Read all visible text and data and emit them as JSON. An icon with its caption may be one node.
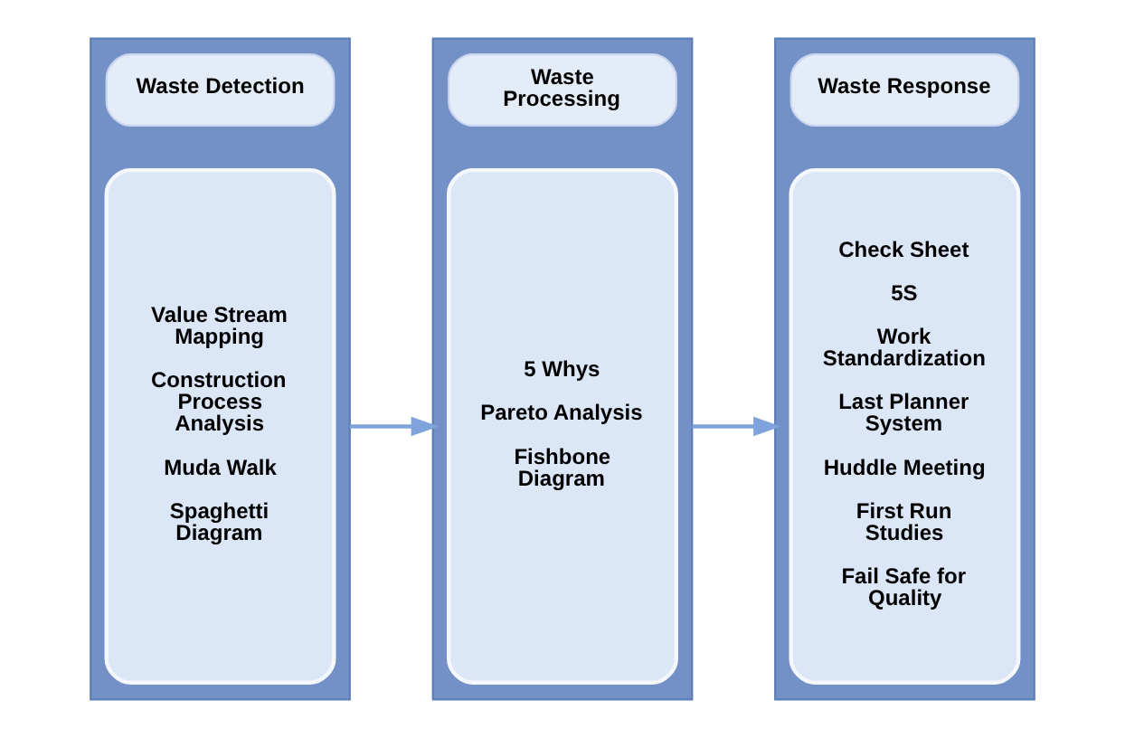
{
  "diagram": {
    "nodes": [
      {
        "text": [],
        "shape": "box"
      },
      {
        "text": [
          "Waste Detection"
        ],
        "in": 0
      },
      {
        "text": [
          "Value Stream Mapping",
          "Construction Process Analysis",
          "Muda Walk",
          "Spaghetti Diagram"
        ],
        "in": 0
      },
      {
        "text": [],
        "shape": "box"
      },
      {
        "text": [
          "Waste Processing"
        ],
        "in": 3
      },
      {
        "text": [
          "5 Whys",
          "Pareto Analysis",
          "Fishbone Diagram"
        ],
        "in": 3
      },
      {
        "text": [],
        "shape": "box"
      },
      {
        "text": [
          "Waste Response"
        ],
        "in": 6
      },
      {
        "text": [
          "Check Sheet",
          "5S",
          "Work Standardization",
          "Last Planner System",
          "Huddle Meeting",
          "First Run Studies",
          "Fail Safe for Quality"
        ],
        "in": 6
      }
    ],
    "edges": [
      {
        "from": 0,
        "to": 3,
        "arrow": "to"
      },
      {
        "from": 3,
        "to": 6,
        "arrow": "to"
      }
    ]
  }
}
